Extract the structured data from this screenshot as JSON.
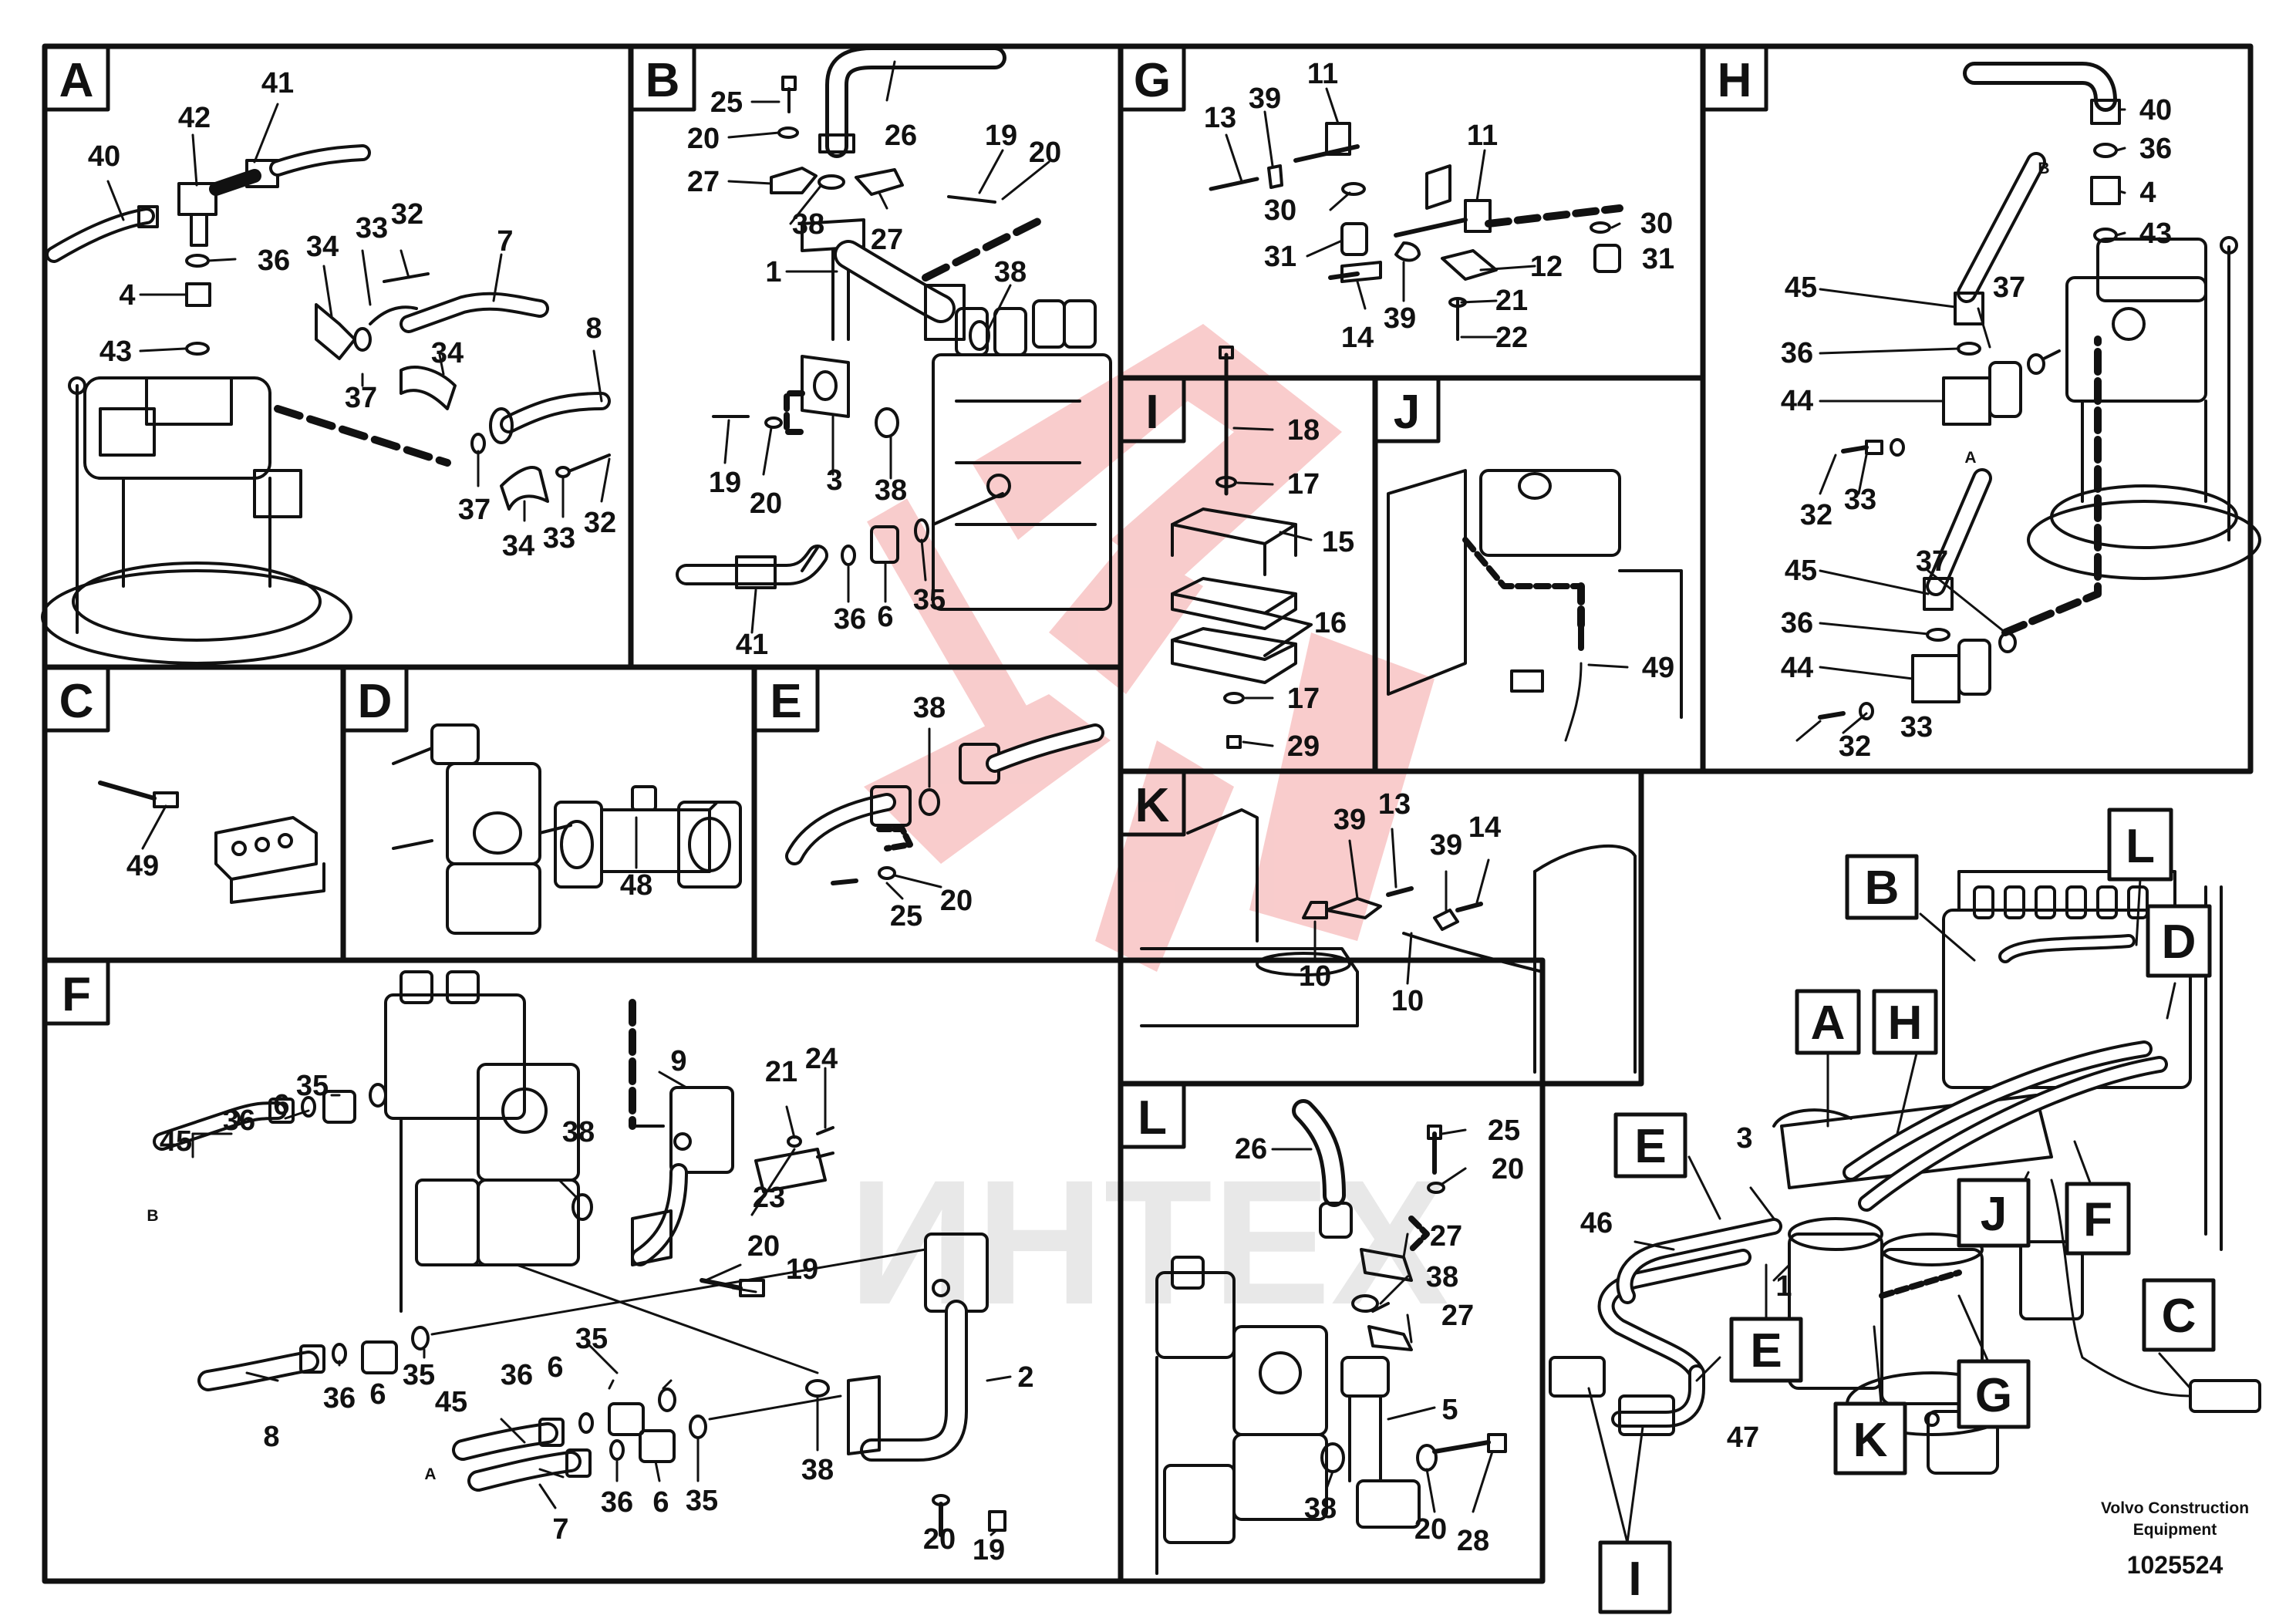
{
  "panels": [
    {
      "id": "A",
      "letter": "A",
      "labels": [
        {
          "id": "a41",
          "text": "41"
        },
        {
          "id": "a42",
          "text": "42"
        },
        {
          "id": "a40",
          "text": "40"
        },
        {
          "id": "a36",
          "text": "36"
        },
        {
          "id": "a4",
          "text": "4"
        },
        {
          "id": "a43",
          "text": "43"
        },
        {
          "id": "a34a",
          "text": "34"
        },
        {
          "id": "a33a",
          "text": "33"
        },
        {
          "id": "a32a",
          "text": "32"
        },
        {
          "id": "a7",
          "text": "7"
        },
        {
          "id": "a37a",
          "text": "37"
        },
        {
          "id": "a34b",
          "text": "34"
        },
        {
          "id": "a8",
          "text": "8"
        },
        {
          "id": "a37b",
          "text": "37"
        },
        {
          "id": "a34c",
          "text": "34"
        },
        {
          "id": "a33b",
          "text": "33"
        },
        {
          "id": "a32b",
          "text": "32"
        }
      ]
    },
    {
      "id": "B",
      "letter": "B",
      "labels": [
        {
          "id": "b25",
          "text": "25"
        },
        {
          "id": "b26",
          "text": "26"
        },
        {
          "id": "b20a",
          "text": "20"
        },
        {
          "id": "b27a",
          "text": "27"
        },
        {
          "id": "b19a",
          "text": "19"
        },
        {
          "id": "b20b",
          "text": "20"
        },
        {
          "id": "b38a",
          "text": "38"
        },
        {
          "id": "b27b",
          "text": "27"
        },
        {
          "id": "b1",
          "text": "1"
        },
        {
          "id": "b38b",
          "text": "38"
        },
        {
          "id": "b19b",
          "text": "19"
        },
        {
          "id": "b20c",
          "text": "20"
        },
        {
          "id": "b3",
          "text": "3"
        },
        {
          "id": "b38c",
          "text": "38"
        },
        {
          "id": "b41",
          "text": "41"
        },
        {
          "id": "b36",
          "text": "36"
        },
        {
          "id": "b6",
          "text": "6"
        },
        {
          "id": "b35",
          "text": "35"
        }
      ]
    },
    {
      "id": "G",
      "letter": "G",
      "labels": [
        {
          "id": "g11a",
          "text": "11"
        },
        {
          "id": "g13",
          "text": "13"
        },
        {
          "id": "g39a",
          "text": "39"
        },
        {
          "id": "g11b",
          "text": "11"
        },
        {
          "id": "g30a",
          "text": "30"
        },
        {
          "id": "g30b",
          "text": "30"
        },
        {
          "id": "g31a",
          "text": "31"
        },
        {
          "id": "g31b",
          "text": "31"
        },
        {
          "id": "g12",
          "text": "12"
        },
        {
          "id": "g14",
          "text": "14"
        },
        {
          "id": "g39b",
          "text": "39"
        },
        {
          "id": "g21",
          "text": "21"
        },
        {
          "id": "g22",
          "text": "22"
        }
      ]
    },
    {
      "id": "H",
      "letter": "H",
      "labels": [
        {
          "id": "h40",
          "text": "40"
        },
        {
          "id": "h36a",
          "text": "36"
        },
        {
          "id": "h4",
          "text": "4"
        },
        {
          "id": "h43",
          "text": "43"
        },
        {
          "id": "hB",
          "text": "B"
        },
        {
          "id": "h45a",
          "text": "45"
        },
        {
          "id": "h37a",
          "text": "37"
        },
        {
          "id": "h36b",
          "text": "36"
        },
        {
          "id": "h44a",
          "text": "44"
        },
        {
          "id": "h32a",
          "text": "32"
        },
        {
          "id": "h33a",
          "text": "33"
        },
        {
          "id": "hA",
          "text": "A"
        },
        {
          "id": "h45b",
          "text": "45"
        },
        {
          "id": "h37b",
          "text": "37"
        },
        {
          "id": "h36c",
          "text": "36"
        },
        {
          "id": "h44b",
          "text": "44"
        },
        {
          "id": "h32b",
          "text": "32"
        },
        {
          "id": "h33b",
          "text": "33"
        }
      ]
    },
    {
      "id": "I",
      "letter": "I",
      "labels": [
        {
          "id": "i18",
          "text": "18"
        },
        {
          "id": "i17a",
          "text": "17"
        },
        {
          "id": "i15",
          "text": "15"
        },
        {
          "id": "i16",
          "text": "16"
        },
        {
          "id": "i17b",
          "text": "17"
        },
        {
          "id": "i29",
          "text": "29"
        }
      ]
    },
    {
      "id": "J",
      "letter": "J",
      "labels": [
        {
          "id": "j49",
          "text": "49"
        }
      ]
    },
    {
      "id": "C",
      "letter": "C",
      "labels": [
        {
          "id": "c49",
          "text": "49"
        }
      ]
    },
    {
      "id": "D",
      "letter": "D",
      "labels": [
        {
          "id": "d48",
          "text": "48"
        }
      ]
    },
    {
      "id": "E",
      "letter": "E",
      "labels": [
        {
          "id": "e38",
          "text": "38"
        },
        {
          "id": "e25",
          "text": "25"
        },
        {
          "id": "e20",
          "text": "20"
        }
      ]
    },
    {
      "id": "K",
      "letter": "K",
      "labels": [
        {
          "id": "k39a",
          "text": "39"
        },
        {
          "id": "k13",
          "text": "13"
        },
        {
          "id": "k39b",
          "text": "39"
        },
        {
          "id": "k14",
          "text": "14"
        },
        {
          "id": "k10a",
          "text": "10"
        },
        {
          "id": "k10b",
          "text": "10"
        }
      ]
    },
    {
      "id": "F",
      "letter": "F",
      "labels": [
        {
          "id": "f35a",
          "text": "35"
        },
        {
          "id": "f6a",
          "text": "6"
        },
        {
          "id": "f36a",
          "text": "36"
        },
        {
          "id": "f45a",
          "text": "45"
        },
        {
          "id": "fB",
          "text": "B"
        },
        {
          "id": "f9",
          "text": "9"
        },
        {
          "id": "f21",
          "text": "21"
        },
        {
          "id": "f24",
          "text": "24"
        },
        {
          "id": "f38a",
          "text": "38"
        },
        {
          "id": "f23",
          "text": "23"
        },
        {
          "id": "f20a",
          "text": "20"
        },
        {
          "id": "f19a",
          "text": "19"
        },
        {
          "id": "f8",
          "text": "8"
        },
        {
          "id": "f36b",
          "text": "36"
        },
        {
          "id": "f6b",
          "text": "6"
        },
        {
          "id": "f35b",
          "text": "35"
        },
        {
          "id": "f35c",
          "text": "35"
        },
        {
          "id": "f6c",
          "text": "6"
        },
        {
          "id": "f36c",
          "text": "36"
        },
        {
          "id": "f45b",
          "text": "45"
        },
        {
          "id": "fA",
          "text": "A"
        },
        {
          "id": "f7",
          "text": "7"
        },
        {
          "id": "f36d",
          "text": "36"
        },
        {
          "id": "f6d",
          "text": "6"
        },
        {
          "id": "f35d",
          "text": "35"
        },
        {
          "id": "f2",
          "text": "2"
        },
        {
          "id": "f38b",
          "text": "38"
        },
        {
          "id": "f20b",
          "text": "20"
        },
        {
          "id": "f19b",
          "text": "19"
        }
      ]
    },
    {
      "id": "L",
      "letter": "L",
      "labels": [
        {
          "id": "l26",
          "text": "26"
        },
        {
          "id": "l25",
          "text": "25"
        },
        {
          "id": "l20a",
          "text": "20"
        },
        {
          "id": "l27a",
          "text": "27"
        },
        {
          "id": "l38a",
          "text": "38"
        },
        {
          "id": "l27b",
          "text": "27"
        },
        {
          "id": "l5",
          "text": "5"
        },
        {
          "id": "l38b",
          "text": "38"
        },
        {
          "id": "l20b",
          "text": "20"
        },
        {
          "id": "l28",
          "text": "28"
        }
      ]
    }
  ],
  "overview": {
    "callouts": [
      {
        "id": "ovB",
        "text": "B"
      },
      {
        "id": "ovL",
        "text": "L"
      },
      {
        "id": "ovD",
        "text": "D"
      },
      {
        "id": "ovA",
        "text": "A"
      },
      {
        "id": "ovH",
        "text": "H"
      },
      {
        "id": "ovE1",
        "text": "E"
      },
      {
        "id": "ovF",
        "text": "F"
      },
      {
        "id": "ovJ",
        "text": "J"
      },
      {
        "id": "ovE2",
        "text": "E"
      },
      {
        "id": "ovG",
        "text": "G"
      },
      {
        "id": "ovK",
        "text": "K"
      },
      {
        "id": "ovC",
        "text": "C"
      },
      {
        "id": "ovI",
        "text": "I"
      }
    ],
    "parts": [
      {
        "id": "ov3",
        "text": "3"
      },
      {
        "id": "ov46",
        "text": "46"
      },
      {
        "id": "ov1",
        "text": "1"
      },
      {
        "id": "ov47",
        "text": "47"
      }
    ]
  },
  "footer": {
    "company_line1": "Volvo Construction",
    "company_line2": "Equipment",
    "doc_number": "1025524"
  },
  "watermark": {
    "text": "ИНТЕХ"
  },
  "colors": {
    "line": "#111111",
    "watermark_red": "#f4a3a3",
    "watermark_grey": "#d9d9d9",
    "background": "#ffffff"
  }
}
